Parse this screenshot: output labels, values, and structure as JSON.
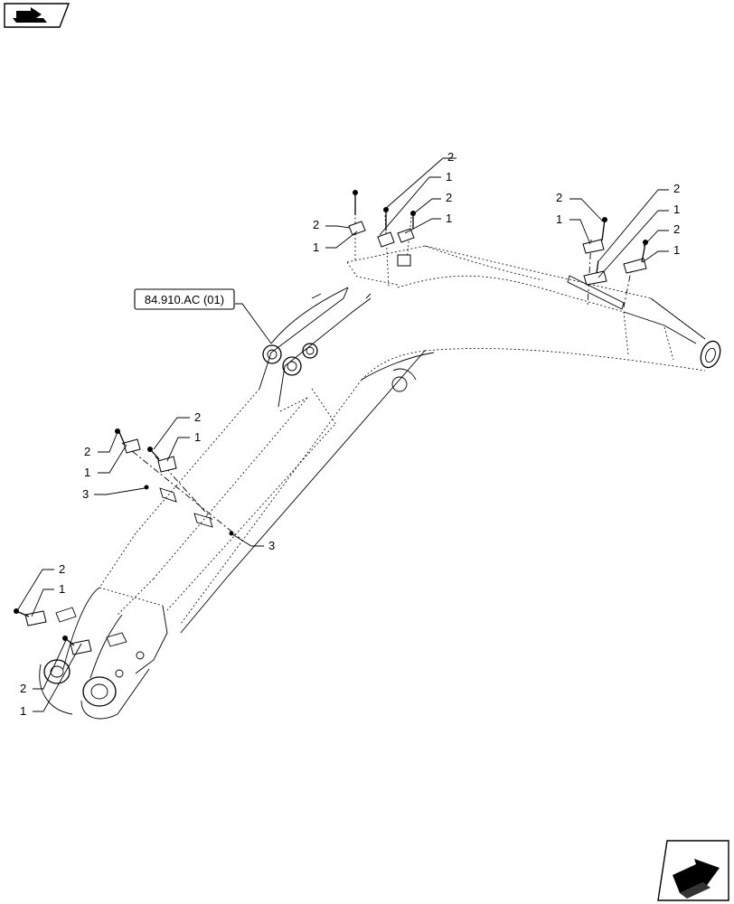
{
  "reference_label": "84.910.AC (01)",
  "callouts": {
    "c1": "2",
    "c2": "1",
    "c3": "2",
    "c4": "1",
    "c5": "2",
    "c6": "1",
    "c7": "2",
    "c8": "1",
    "c9": "2",
    "c10": "1",
    "c11": "2",
    "c12": "1",
    "c13": "2",
    "c14": "1",
    "c15": "3",
    "c16": "2",
    "c17": "1",
    "c18": "3",
    "c19": "2",
    "c20": "1",
    "c21": "2",
    "c22": "1"
  },
  "icons": {
    "top_left": "previous-page-arrow-icon",
    "bottom_right": "next-page-arrow-icon"
  }
}
